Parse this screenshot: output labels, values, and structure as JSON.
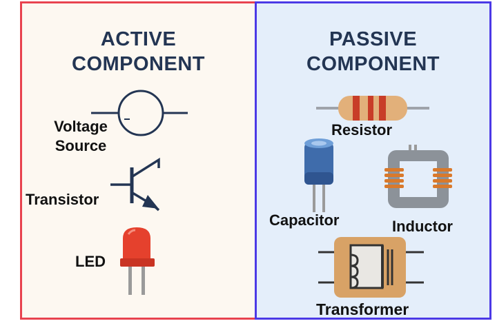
{
  "active": {
    "title_line1": "ACTIVE",
    "title_line2": "COMPONENT",
    "items": {
      "voltage_source": {
        "line1": "Voltage",
        "line2": "Source",
        "icon": "voltage-source-symbol"
      },
      "transistor": {
        "label": "Transistor",
        "icon": "transistor-symbol"
      },
      "led": {
        "label": "LED",
        "icon": "led"
      }
    }
  },
  "passive": {
    "title_line1": "PASSIVE",
    "title_line2": "COMPONENT",
    "items": {
      "resistor": {
        "label": "Resistor",
        "icon": "resistor"
      },
      "capacitor": {
        "label": "Capacitor",
        "icon": "capacitor"
      },
      "inductor": {
        "label": "Inductor",
        "icon": "inductor"
      },
      "transformer": {
        "label": "Transformer",
        "icon": "transformer"
      }
    }
  },
  "colors": {
    "active_border": "#e8434f",
    "passive_border": "#4b39e6",
    "title_text": "#233553"
  }
}
